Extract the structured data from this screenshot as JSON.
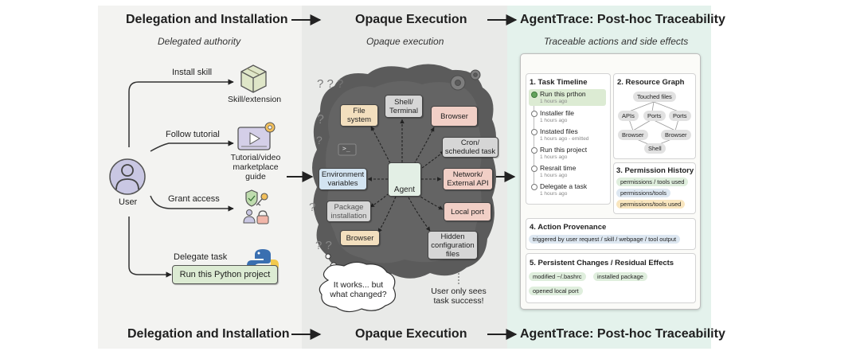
{
  "headings": {
    "left": "Delegation and Installation",
    "mid": "Opaque Execution",
    "right": "AgentTrace: Post-hoc Traceability"
  },
  "subheadings": {
    "left": "Delegated authority",
    "mid": "Opaque execution",
    "right": "Traceable actions and side effects"
  },
  "left": {
    "user_label": "User",
    "install_skill": "Install skill",
    "skill_extension": "Skill/extension",
    "follow_tutorial": "Follow tutorial",
    "tutorial_caption_1": "Tutorial/video",
    "tutorial_caption_2": "marketplace guide",
    "grant_access": "Grant access",
    "delegate_task": "Delegate task",
    "run_project": "Run this Python project"
  },
  "mid": {
    "agent": "Agent",
    "nodes": {
      "file_system": [
        "File",
        "system"
      ],
      "shell": [
        "Shell/",
        "Terminal"
      ],
      "browser_top": [
        "Browser"
      ],
      "cron": [
        "Cron/",
        "scheduled task"
      ],
      "env": [
        "Environment",
        "variables"
      ],
      "network": [
        "Network/",
        "External API"
      ],
      "package": [
        "Package",
        "installation"
      ],
      "local_port": [
        "Local port"
      ],
      "browser_bottom": [
        "Browser"
      ],
      "hidden": [
        "Hidden",
        "configuration",
        "files"
      ]
    },
    "terminal_glyph": ">_",
    "bubble": [
      "It works... but",
      "what changed?"
    ],
    "user_sees": [
      "User only sees",
      "task success!"
    ]
  },
  "window": {
    "timeline_title": "1. Task Timeline",
    "timeline": [
      {
        "label": "Run this prthon",
        "time": "1 hours ago"
      },
      {
        "label": "Installer file",
        "time": "1 hours ago"
      },
      {
        "label": "Instated files",
        "time": "1 hours ago - emitted"
      },
      {
        "label": "Run this project",
        "time": "1 hours ago"
      },
      {
        "label": "Resrait time",
        "time": "1 hours ago"
      },
      {
        "label": "Delegate a task",
        "time": "1 hours ago"
      }
    ],
    "resource_title": "2. Resource Graph",
    "resource_nodes": {
      "touched": "Touched files",
      "apis": "APIs",
      "ports1": "Ports",
      "ports2": "Ports",
      "browser1": "Browser",
      "browser2": "Browser",
      "shell": "Shell"
    },
    "permission_title": "3. Permission History",
    "permissions": [
      {
        "text": "permissions / tools used",
        "color": "#dfeedd"
      },
      {
        "text": "permissions/tools",
        "color": "#dde7f1"
      },
      {
        "text": "permissions/tools used",
        "color": "#f9e6bf"
      }
    ],
    "provenance_title": "4. Action Provenance",
    "provenance_chip": "triggered by user request / skill / webpage / tool output",
    "persistent_title": "5. Persistent Changes / Residual Effects",
    "persistent_chips": [
      "modified ~/.bashrc",
      "installed package",
      "opened local port"
    ]
  },
  "footer": {
    "left": "Delegation and Installation",
    "mid": "Opaque Execution",
    "right": "AgentTrace: Post-hoc Traceability"
  },
  "colors": {
    "green_box": "#dcebd3",
    "tan_node": "#f3dfbe",
    "red_node": "#f1cfc6",
    "blue_node": "#d3e4f1",
    "grey_node": "#d6d6d6",
    "agent_node": "#e3efe5",
    "cloud": "#5b5b5b"
  }
}
